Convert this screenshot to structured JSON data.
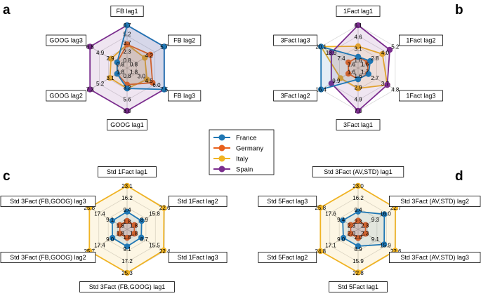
{
  "colors": {
    "France": "#1f77b4",
    "Germany": "#e8601c",
    "Italy": "#f0b323",
    "Spain": "#7b2d8e"
  },
  "legend": [
    "France",
    "Germany",
    "Italy",
    "Spain"
  ],
  "chart_data": [
    {
      "panel": "a",
      "type": "radar",
      "axes": [
        "FB lag1",
        "FB lag2",
        "FB lag3",
        "GOOG lag1",
        "GOOG lag2",
        "GOOG lag3"
      ],
      "rmax": 6.7,
      "series": [
        {
          "name": "France",
          "values": [
            6.7,
            6.7,
            6.7,
            3.2,
            1.8,
            1.8
          ]
        },
        {
          "name": "Germany",
          "values": [
            3.7,
            4.2,
            4.6,
            2.6,
            1.8,
            1.8
          ]
        },
        {
          "name": "Italy",
          "values": [
            3.7,
            3.2,
            3.6,
            3.2,
            3.1,
            2.9
          ]
        },
        {
          "name": "Spain",
          "values": [
            6.7,
            6.7,
            6.7,
            8.0,
            7.0,
            6.7
          ]
        }
      ],
      "tick_labels": [
        {
          "axis": 0,
          "labels": [
            "0.8",
            "2.3",
            "3.7",
            "5.2",
            "6.7"
          ]
        },
        {
          "axis": 1,
          "labels": [
            "0.8",
            "4.2",
            "5.7"
          ]
        },
        {
          "axis": 2,
          "labels": [
            "1.8",
            "3.0",
            "4.5",
            "6.0",
            "7.5"
          ]
        },
        {
          "axis": 3,
          "labels": [
            "0.8",
            "3.2",
            "5.6",
            "8.0"
          ]
        },
        {
          "axis": 4,
          "labels": [
            "1.8",
            "3.1",
            "5.2",
            "7.3"
          ]
        },
        {
          "axis": 5,
          "labels": [
            "0.8",
            "2.9",
            "4.9",
            "6.8"
          ]
        }
      ]
    },
    {
      "panel": "b",
      "type": "radar",
      "axes": [
        "1Fact lag1",
        "1Fact lag2",
        "1Fact lag3",
        "3Fact lag1",
        "3Fact lag2",
        "3Fact lag3"
      ],
      "rmax": 6.1,
      "series": [
        {
          "name": "France",
          "values": [
            1.6,
            2.0,
            1.7,
            1.6,
            16.4,
            20.1
          ]
        },
        {
          "name": "Germany",
          "values": [
            1.6,
            1.6,
            1.6,
            1.6,
            1.6,
            1.6
          ]
        },
        {
          "name": "Italy",
          "values": [
            3.1,
            4.0,
            4.8,
            2.9,
            2.9,
            7.4
          ]
        },
        {
          "name": "Spain",
          "values": [
            6.1,
            5.2,
            4.8,
            7.0,
            4.4,
            4.4
          ]
        }
      ],
      "tick_labels": [
        {
          "axis": 0,
          "labels": [
            "1.6",
            "3.1",
            "4.6",
            "6.1"
          ]
        },
        {
          "axis": 1,
          "labels": [
            "1.6",
            "2.8",
            "4.0",
            "5.2"
          ]
        },
        {
          "axis": 2,
          "labels": [
            "1.7",
            "2.7",
            "3.7",
            "4.8"
          ]
        },
        {
          "axis": 3,
          "labels": [
            "1.6",
            "2.9",
            "4.9",
            "7.0"
          ]
        },
        {
          "axis": 4,
          "labels": [
            "1.6",
            "9.9",
            "16.4"
          ]
        },
        {
          "axis": 5,
          "labels": [
            "1.6",
            "7.4",
            "13.9",
            "20.1"
          ]
        }
      ]
    },
    {
      "panel": "c",
      "type": "radar",
      "axes": [
        "Std 1Fact lag1",
        "Std 1Fact lag2",
        "Std 1Fact lag3",
        "Std 3Fact (FB,GOOG) lag1",
        "Std 3Fact (FB,GOOG) lag2",
        "Std 3Fact (FB,GOOG) lag3"
      ],
      "rmax": 23.1,
      "series": [
        {
          "name": "France",
          "values": [
            9.4,
            8.9,
            8.7,
            9.1,
            9.0,
            9.1
          ]
        },
        {
          "name": "Germany",
          "values": [
            4.5,
            4.5,
            4.5,
            4.5,
            4.5,
            4.5
          ]
        },
        {
          "name": "Italy",
          "values": [
            23.1,
            22.6,
            22.4,
            25.3,
            25.7,
            25.8
          ]
        },
        {
          "name": "Spain",
          "values": [
            4.5,
            4.5,
            4.5,
            4.5,
            4.5,
            4.5
          ]
        }
      ],
      "tick_labels": [
        {
          "axis": 0,
          "labels": [
            "1.8",
            "9.4",
            "16.2",
            "23.1"
          ]
        },
        {
          "axis": 1,
          "labels": [
            "1.8",
            "8.9",
            "15.8",
            "22.6"
          ]
        },
        {
          "axis": 2,
          "labels": [
            "1.8",
            "8.7",
            "15.5",
            "22.4"
          ]
        },
        {
          "axis": 3,
          "labels": [
            "1.8",
            "9.1",
            "17.2",
            "25.3"
          ]
        },
        {
          "axis": 4,
          "labels": [
            "1.8",
            "9.0",
            "17.4",
            "25.7"
          ]
        },
        {
          "axis": 5,
          "labels": [
            "1.8",
            "9.1",
            "17.4",
            "25.8"
          ]
        }
      ]
    },
    {
      "panel": "d",
      "type": "radar",
      "axes": [
        "Std 3Fact (AV,STD) lag1",
        "Std 3Fact (AV,STD) lag2",
        "Std 3Fact (AV,STD) lag3",
        "Std 5Fact lag1",
        "Std 5Fact lag2",
        "Std 5Fact lag3"
      ],
      "rmax": 23.0,
      "series": [
        {
          "name": "France",
          "values": [
            9.4,
            16.0,
            15.9,
            8.9,
            9.0,
            9.4
          ]
        },
        {
          "name": "Germany",
          "values": [
            4.6,
            4.6,
            4.6,
            4.6,
            4.6,
            4.6
          ]
        },
        {
          "name": "Italy",
          "values": [
            23.0,
            22.7,
            22.6,
            22.8,
            24.8,
            25.8
          ]
        },
        {
          "name": "Spain",
          "values": [
            4.6,
            4.6,
            4.6,
            4.6,
            4.6,
            4.6
          ]
        }
      ],
      "tick_labels": [
        {
          "axis": 0,
          "labels": [
            "2.3",
            "9.4",
            "16.2",
            "23.0"
          ]
        },
        {
          "axis": 1,
          "labels": [
            "2.3",
            "9.3",
            "16.0",
            "22.7"
          ]
        },
        {
          "axis": 2,
          "labels": [
            "2.3",
            "9.1",
            "15.9",
            "22.6"
          ]
        },
        {
          "axis": 3,
          "labels": [
            "2.0",
            "8.9",
            "15.9",
            "22.8"
          ]
        },
        {
          "axis": 4,
          "labels": [
            "2.0",
            "9.0",
            "17.1",
            "24.8"
          ]
        },
        {
          "axis": 5,
          "labels": [
            "2.3",
            "9.4",
            "17.6",
            "25.8"
          ]
        }
      ]
    }
  ]
}
